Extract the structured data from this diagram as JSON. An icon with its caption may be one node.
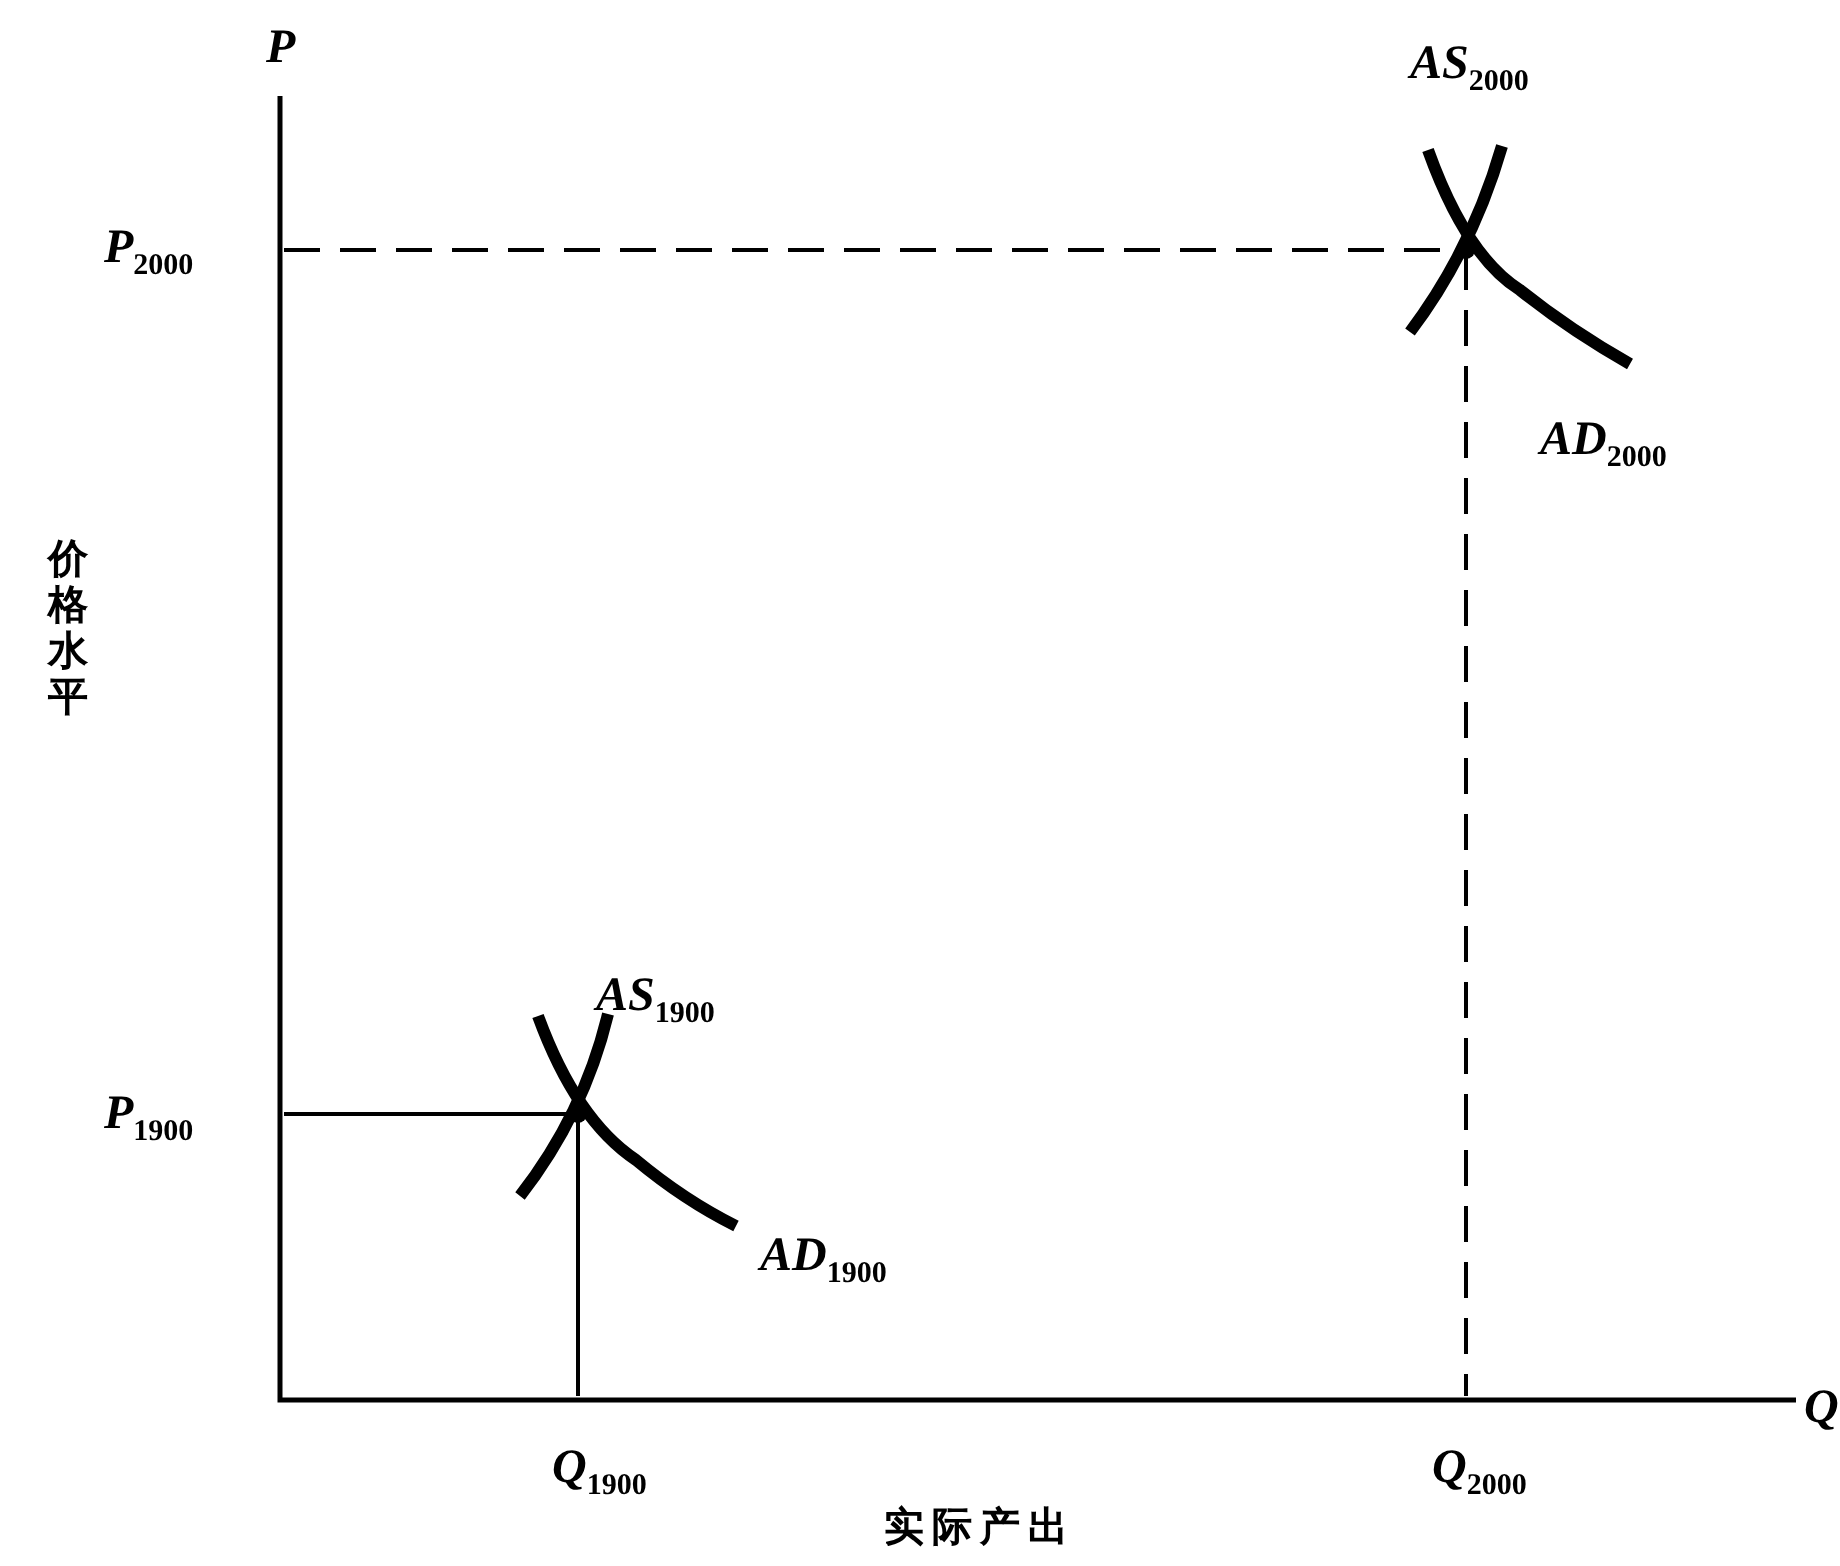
{
  "diagram": {
    "labels": [
      "P",
      "AS$_{2000}$",
      "P$_{2000}$",
      "AD$_{2000}$",
      "价格水平",
      "AS$_{1900}$",
      "P$_{1900}$",
      "AD$_{1900}$",
      "Q",
      "Q$_{1900}$",
      "Q$_{2000}$",
      "实际产出"
    ]
  }
}
